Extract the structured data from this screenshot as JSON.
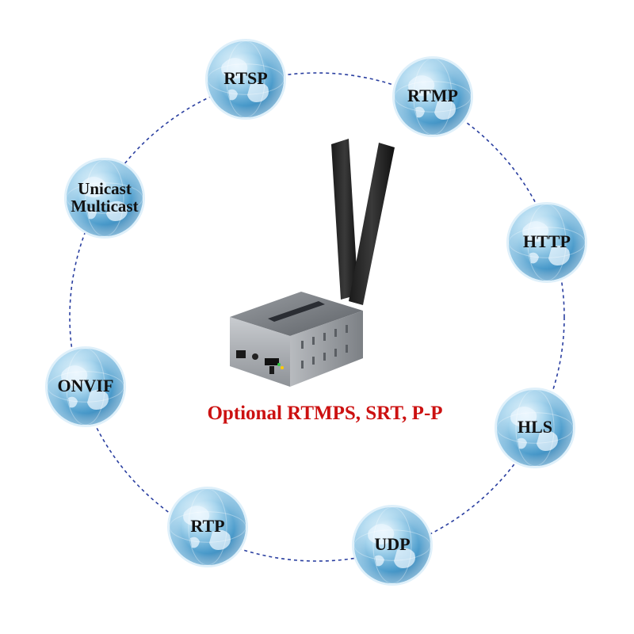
{
  "protocols": [
    {
      "id": "rtsp",
      "lines": [
        "RTSP"
      ]
    },
    {
      "id": "rtmp",
      "lines": [
        "RTMP"
      ]
    },
    {
      "id": "http",
      "lines": [
        "HTTP"
      ]
    },
    {
      "id": "hls",
      "lines": [
        "HLS"
      ]
    },
    {
      "id": "udp",
      "lines": [
        "UDP"
      ]
    },
    {
      "id": "rtp",
      "lines": [
        "RTP"
      ]
    },
    {
      "id": "onvif",
      "lines": [
        "ONVIF"
      ]
    },
    {
      "id": "unicast-multicast",
      "lines": [
        "Unicast",
        "Multicast"
      ]
    }
  ],
  "caption": "Optional RTMPS, SRT, P-P",
  "colors": {
    "caption": "#cc1111",
    "ring": "#2a3fa0",
    "globe_light": "#e8f4fb",
    "globe_mid": "#7fbfe0",
    "globe_dark": "#2b7fb5"
  },
  "icons": {
    "globe": "globe-icon",
    "device": "encoder-device-icon"
  }
}
